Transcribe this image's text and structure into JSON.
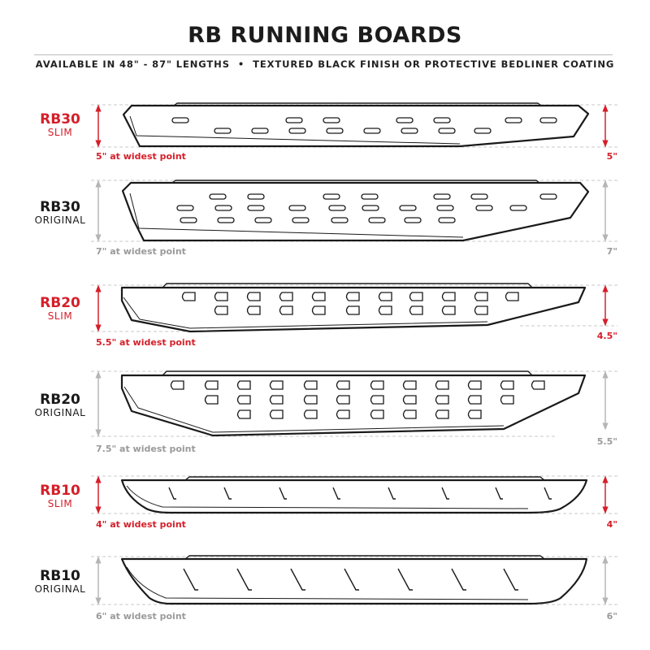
{
  "title": "RB RUNNING BOARDS",
  "subtitle": {
    "part1": "AVAILABLE IN 48\" - 87\" LENGTHS",
    "separator": "•",
    "part2": "TEXTURED BLACK FINISH OR PROTECTIVE BEDLINER COATING"
  },
  "colors": {
    "accent": "#d51f2a",
    "muted": "#9a9a9a",
    "ink": "#1a1a1a"
  },
  "models": [
    {
      "name": "RB30",
      "variant": "SLIM",
      "note": "5\" at widest point",
      "dimension": "5\""
    },
    {
      "name": "RB30",
      "variant": "ORIGINAL",
      "note": "7\" at widest point",
      "dimension": "7\""
    },
    {
      "name": "RB20",
      "variant": "SLIM",
      "note": "5.5\" at widest point",
      "dimension": "4.5\""
    },
    {
      "name": "RB20",
      "variant": "ORIGINAL",
      "note": "7.5\" at widest point",
      "dimension": "5.5\""
    },
    {
      "name": "RB10",
      "variant": "SLIM",
      "note": "4\" at widest point",
      "dimension": "4\""
    },
    {
      "name": "RB10",
      "variant": "ORIGINAL",
      "note": "6\" at widest point",
      "dimension": "6\""
    }
  ]
}
